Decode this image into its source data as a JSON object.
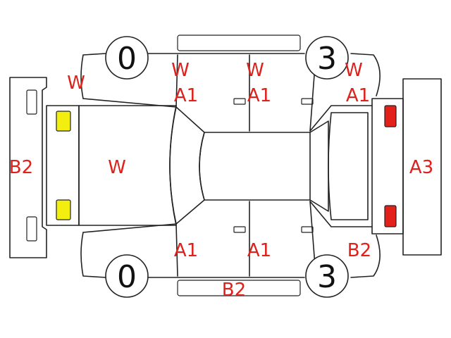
{
  "colors": {
    "code_text": "#e0201a",
    "line": "#222222",
    "lamp_front": "#f2ee10",
    "lamp_rear": "#e3201a"
  },
  "wheels": {
    "front_left": "0",
    "rear_left": "3",
    "front_right": "0",
    "rear_right": "3"
  },
  "codes": {
    "top_front_fender": "W",
    "top_front_door": "W",
    "top_rear_door": "W",
    "top_rear_fender": "W",
    "top_front_door_a": "A1",
    "top_rear_door_a": "A1",
    "top_rear_fender_a": "A1",
    "front_bumper": "B2",
    "hood": "W",
    "rear_bumper": "A3",
    "bottom_front_door": "A1",
    "bottom_rear_door": "A1",
    "bottom_rear_fender": "B2",
    "bottom_sill": "B2"
  }
}
